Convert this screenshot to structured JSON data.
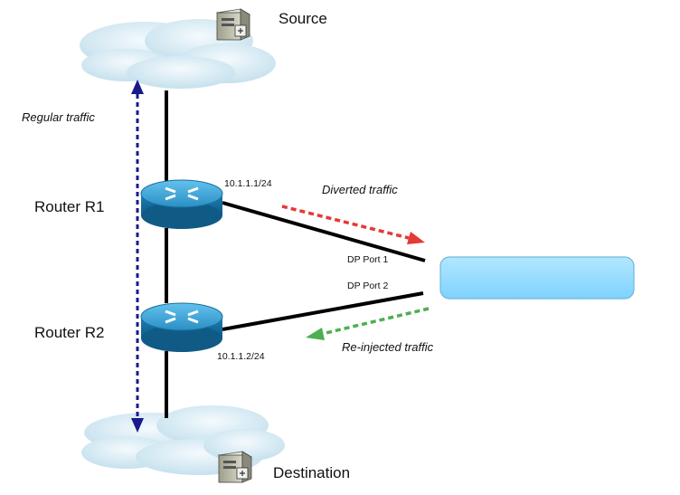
{
  "nodes": {
    "source": "Source",
    "destination": "Destination",
    "router_r1": "Router R1",
    "router_r2": "Router R2"
  },
  "interfaces": {
    "r1_ip": "10.1.1.1/24",
    "r2_ip": "10.1.1.2/24",
    "dp_port_1": "DP Port 1",
    "dp_port_2": "DP Port 2"
  },
  "flows": {
    "regular": "Regular traffic",
    "diverted": "Diverted traffic",
    "reinjected": "Re-injected traffic"
  },
  "colors": {
    "regular_arrow": "#1a1a8c",
    "diverted_arrow": "#e53935",
    "reinjected_arrow": "#4caf50",
    "box_fill": "#8fd9ff",
    "router_blue": "#2a8fc4"
  }
}
